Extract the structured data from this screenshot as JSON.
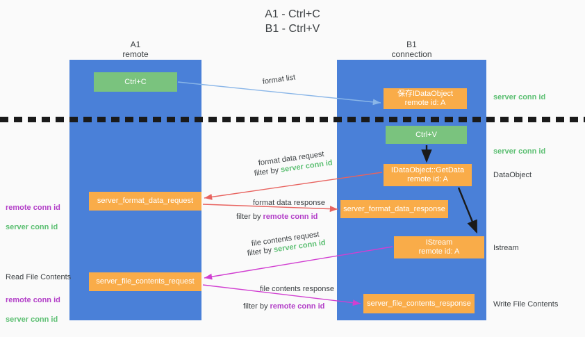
{
  "title": "A1 - Ctrl+C\nB1 - Ctrl+V",
  "columns": {
    "left": {
      "name": "A1",
      "role": "remote",
      "header": "A1\nremote"
    },
    "right": {
      "name": "B1",
      "role": "connection",
      "header": "B1\nconnection"
    }
  },
  "colors": {
    "lane": "#4a80d8",
    "box_orange": "#f9ac49",
    "box_green": "#7ac37e",
    "server_conn_id": "#5cbf72",
    "remote_conn_id": "#b340c8",
    "arrow_format_list": "#8ab6e8",
    "arrow_format_data": "#e8635f",
    "arrow_file_contents": "#d13fd1",
    "arrow_internal": "#1a1a1a",
    "background": "#fafafa",
    "separator": "#1a1a1a"
  },
  "boxes": {
    "ctrl_c": "Ctrl+C",
    "save_idataobject": "保存IDataObject\nremote id: A",
    "ctrl_v": "Ctrl+V",
    "getdata": "IDataObject::GetData\nremote id: A",
    "istream": "IStream\nremote id: A",
    "server_format_data_request": "server_format_data_request",
    "server_format_data_response": "server_format_data_response",
    "server_file_contents_request": "server_file_contents_request",
    "server_file_contents_response": "server_file_contents_response"
  },
  "edge_labels": {
    "format_list": "format list",
    "format_data_request": "format data request",
    "format_data_request_filter_prefix": "filter by ",
    "format_data_request_filter_value": "server conn id",
    "format_data_response": "format data response",
    "format_data_response_filter_prefix": "filter by ",
    "format_data_response_filter_value": "remote conn id",
    "file_contents_request": "file contents request",
    "file_contents_request_filter_prefix": "filter by ",
    "file_contents_request_filter_value": "server conn id",
    "file_contents_response": "file contents response",
    "file_contents_response_filter_prefix": "filter by ",
    "file_contents_response_filter_value": "remote conn id"
  },
  "right_notes": {
    "server_conn_id_top": "server conn id",
    "server_conn_id_mid": "server conn id",
    "dataobject": "DataObject",
    "istream": "Istream",
    "write_file_contents": "Write File Contents"
  },
  "left_notes": {
    "read_file_contents": "Read File Contents",
    "remote_conn_id": "remote conn id",
    "server_conn_id": "server conn id"
  }
}
